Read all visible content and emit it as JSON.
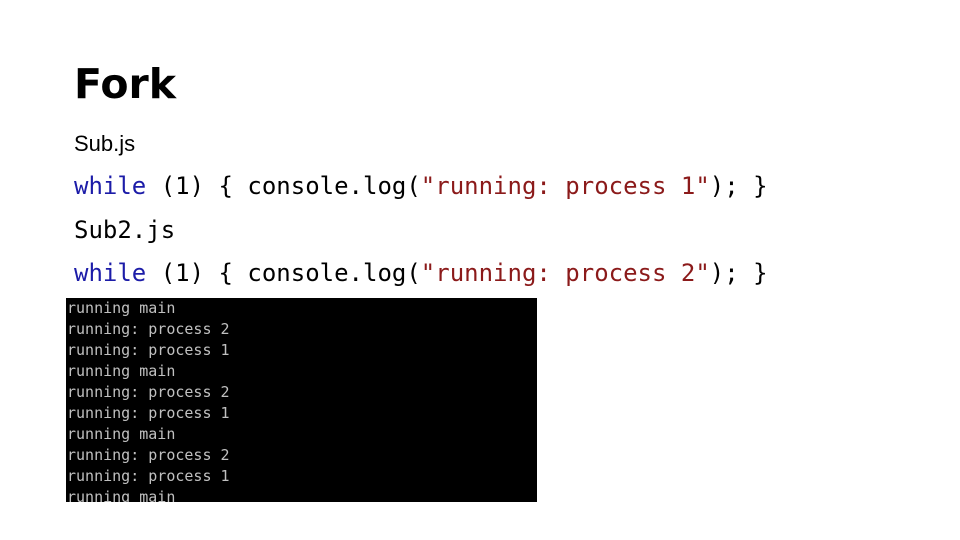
{
  "slide": {
    "title": "Fork",
    "file1_name": "Sub.js",
    "file1_code": {
      "keyword": "while",
      "before_string": " (1) { console.log(",
      "string": "\"running: process 1\"",
      "after_string": "); }"
    },
    "file2_name": "Sub2.js",
    "file2_code": {
      "keyword": "while",
      "before_string": " (1) { console.log(",
      "string": "\"running: process 2\"",
      "after_string": "); }"
    }
  },
  "terminal": {
    "lines": [
      "running main",
      "running: process 2",
      "running: process 1",
      "running main",
      "running: process 2",
      "running: process 1",
      "running main",
      "running: process 2",
      "running: process 1",
      "running main"
    ]
  },
  "colors": {
    "keyword": "#1c1ca8",
    "string": "#8b1a1a",
    "terminal_bg": "#000000",
    "terminal_text": "#c0c0c0"
  }
}
